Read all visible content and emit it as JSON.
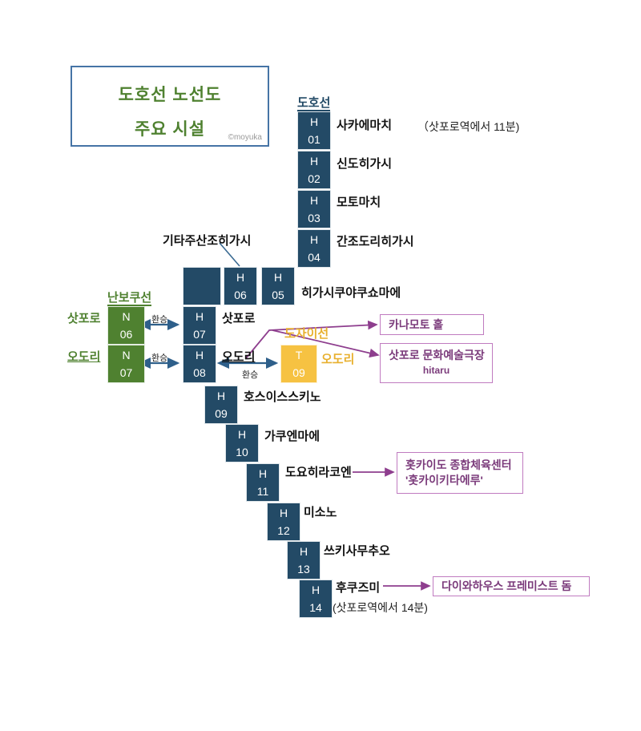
{
  "title_card": {
    "line1": "도호선 노선도",
    "line2": "주요 시설",
    "credit": "©moyuka"
  },
  "lines": {
    "toho": {
      "label": "도호선",
      "color": "#234A66",
      "code": "H"
    },
    "namboku": {
      "label": "난보쿠선",
      "color": "#4F8130",
      "code": "N"
    },
    "tozai": {
      "label": "도자이선",
      "color": "#E8B02E",
      "code": "T"
    }
  },
  "toho_stations": [
    {
      "code": "H",
      "no": "01",
      "name": "사카에마치",
      "note": "（삿포로역에서 11분)"
    },
    {
      "code": "H",
      "no": "02",
      "name": "신도히가시",
      "note": ""
    },
    {
      "code": "H",
      "no": "03",
      "name": "모토마치",
      "note": ""
    },
    {
      "code": "H",
      "no": "04",
      "name": "간조도리히가시",
      "note": ""
    },
    {
      "code": "H",
      "no": "05",
      "name": "히가시쿠야쿠쇼마에",
      "note": ""
    },
    {
      "code": "H",
      "no": "06",
      "name": "기타주산조히가시",
      "note": ""
    },
    {
      "code": "H",
      "no": "07",
      "name": "삿포로",
      "note": ""
    },
    {
      "code": "H",
      "no": "08",
      "name": "오도리",
      "note": ""
    },
    {
      "code": "H",
      "no": "09",
      "name": "호스이스스키노",
      "note": ""
    },
    {
      "code": "H",
      "no": "10",
      "name": "가쿠엔마에",
      "note": ""
    },
    {
      "code": "H",
      "no": "11",
      "name": "도요히라코엔",
      "note": ""
    },
    {
      "code": "H",
      "no": "12",
      "name": "미소노",
      "note": ""
    },
    {
      "code": "H",
      "no": "13",
      "name": "쓰키사무추오",
      "note": ""
    },
    {
      "code": "H",
      "no": "14",
      "name": "후쿠즈미",
      "note": "(삿포로역에서 14분)"
    }
  ],
  "namboku_stations": [
    {
      "code": "N",
      "no": "06",
      "name": "삿포로"
    },
    {
      "code": "N",
      "no": "07",
      "name": "오도리"
    }
  ],
  "tozai_stations": [
    {
      "code": "T",
      "no": "09",
      "name": "오도리"
    }
  ],
  "transfers": [
    {
      "label": "환승"
    },
    {
      "label": "환승"
    },
    {
      "label": "환승"
    }
  ],
  "facilities": [
    {
      "line1": "카나모토 홀",
      "line2": ""
    },
    {
      "line1": "삿포로 문화예술극장",
      "line2": "hitaru"
    },
    {
      "line1": "홋카이도 종합체육센터",
      "line2": "'홋카이키타에루'"
    },
    {
      "line1": "다이와하우스 프레미스트 돔",
      "line2": ""
    }
  ],
  "colors": {
    "toho": "#234A66",
    "namboku": "#4F8130",
    "tozai": "#F6C242",
    "facility_border": "#C07BC0",
    "facility_text": "#7B3B7B",
    "title_border": "#4674A6",
    "title_text": "#4F8130",
    "arrow_blue": "#2E5F8A",
    "leader_purple": "#8E3E8E"
  }
}
